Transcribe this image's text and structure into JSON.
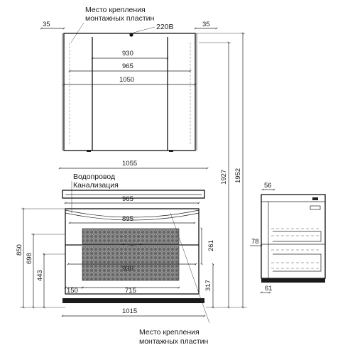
{
  "annotations": {
    "mount_top_line1": "Место крепления",
    "mount_top_line2": "монтажных пластин",
    "power": "220В",
    "plumbing": "Водопровод",
    "sewer": "Канализация",
    "mount_bottom_line1": "Место крепления",
    "mount_bottom_line2": "монтажных пластин"
  },
  "mirror_cabinet": {
    "side_offset_left": "35",
    "side_offset_right": "35",
    "inner_width": "930",
    "width_965": "965",
    "width_1050": "1050"
  },
  "vanity": {
    "top_width": "1055",
    "width_965": "965",
    "width_895": "895",
    "width_930": "930",
    "offset_150": "150",
    "width_715": "715",
    "bottom_width": "1015",
    "height_850": "850",
    "height_698": "698",
    "height_443": "443",
    "height_261": "261",
    "height_317": "317"
  },
  "overall": {
    "height_1927": "1927",
    "height_1952": "1952"
  },
  "side_view": {
    "width_56": "56",
    "width_78": "78",
    "width_61": "61"
  }
}
